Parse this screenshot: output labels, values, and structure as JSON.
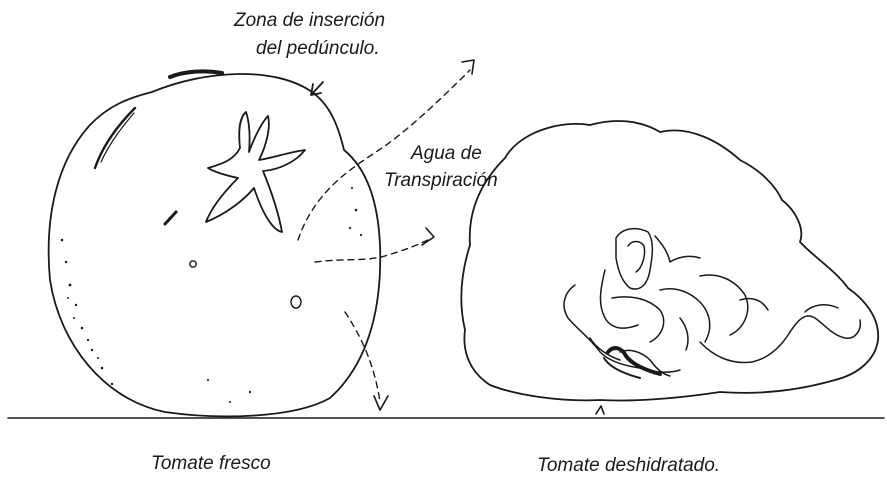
{
  "labels": {
    "peduncle_line1": "Zona de inserción",
    "peduncle_line2": "del pedúnculo.",
    "water_line1": "Agua de",
    "water_line2": "Transpiración",
    "fresh_tomato": "Tomate fresco",
    "dehydrated_tomato": "Tomate deshidratado."
  },
  "colors": {
    "ink": "#1a1a1a",
    "background": "#ffffff"
  }
}
